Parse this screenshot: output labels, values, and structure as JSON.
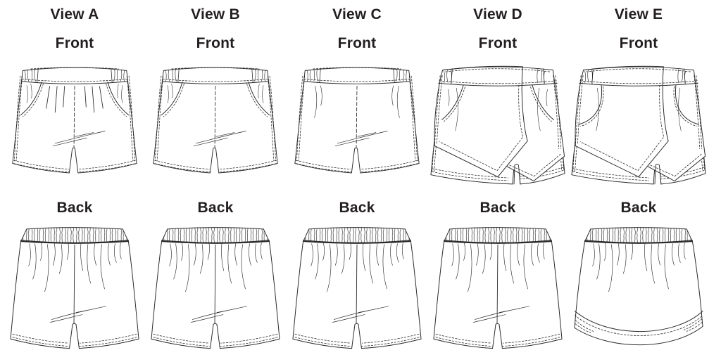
{
  "sheet": {
    "background": "#ffffff",
    "line_color": "#2a2a2a",
    "text_color": "#231f20",
    "views": [
      {
        "name": "View A",
        "front_label": "Front",
        "back_label": "Back",
        "front_icon": "shorts-front-pleats-slant-pockets",
        "back_icon": "shorts-back-elastic-waist"
      },
      {
        "name": "View B",
        "front_label": "Front",
        "back_label": "Back",
        "front_icon": "shorts-front-flat-slant-pockets",
        "back_icon": "shorts-back-elastic-waist"
      },
      {
        "name": "View C",
        "front_label": "Front",
        "back_label": "Back",
        "front_icon": "shorts-front-plain-no-pockets",
        "back_icon": "shorts-back-elastic-waist"
      },
      {
        "name": "View D",
        "front_label": "Front",
        "back_label": "Back",
        "front_icon": "skort-front-wrap-slant-pockets",
        "back_icon": "shorts-back-elastic-waist"
      },
      {
        "name": "View E",
        "front_label": "Front",
        "back_label": "Back",
        "front_icon": "skort-front-wrap-round-pockets",
        "back_icon": "skirt-back-curved-wrap-hem"
      }
    ]
  }
}
